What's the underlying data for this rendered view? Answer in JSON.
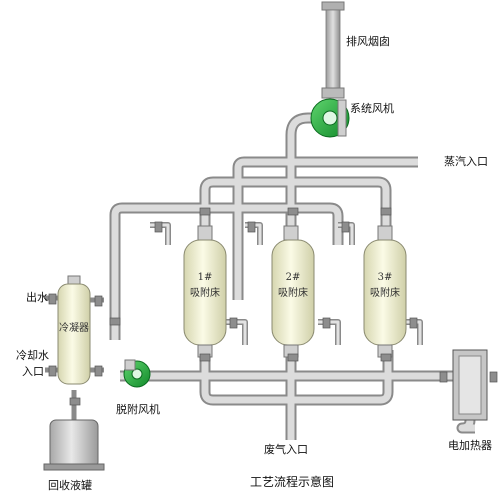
{
  "diagram": {
    "title": "工艺流程示意图",
    "beds": [
      {
        "number": "1#",
        "name": "吸附床"
      },
      {
        "number": "2#",
        "name": "吸附床"
      },
      {
        "number": "3#",
        "name": "吸附床"
      }
    ],
    "condenser": "冷凝器",
    "labels": {
      "exhaust_chimney": "排风烟囱",
      "system_fan": "系统风机",
      "steam_inlet": "蒸汽入口",
      "water_out": "出水",
      "cooling_water_in_1": "冷却水",
      "cooling_water_in_2": "入口",
      "desorption_fan": "脱附风机",
      "waste_gas_inlet": "废气入口",
      "electric_heater": "电加热器",
      "recovery_tank": "回收液罐"
    },
    "colors": {
      "pipe": "#d8d8d8",
      "pipe_outline": "#8a8a8a",
      "vessel_fill": "#eeeecc",
      "fan_green": "#1fae3c",
      "text": "#111111"
    }
  }
}
